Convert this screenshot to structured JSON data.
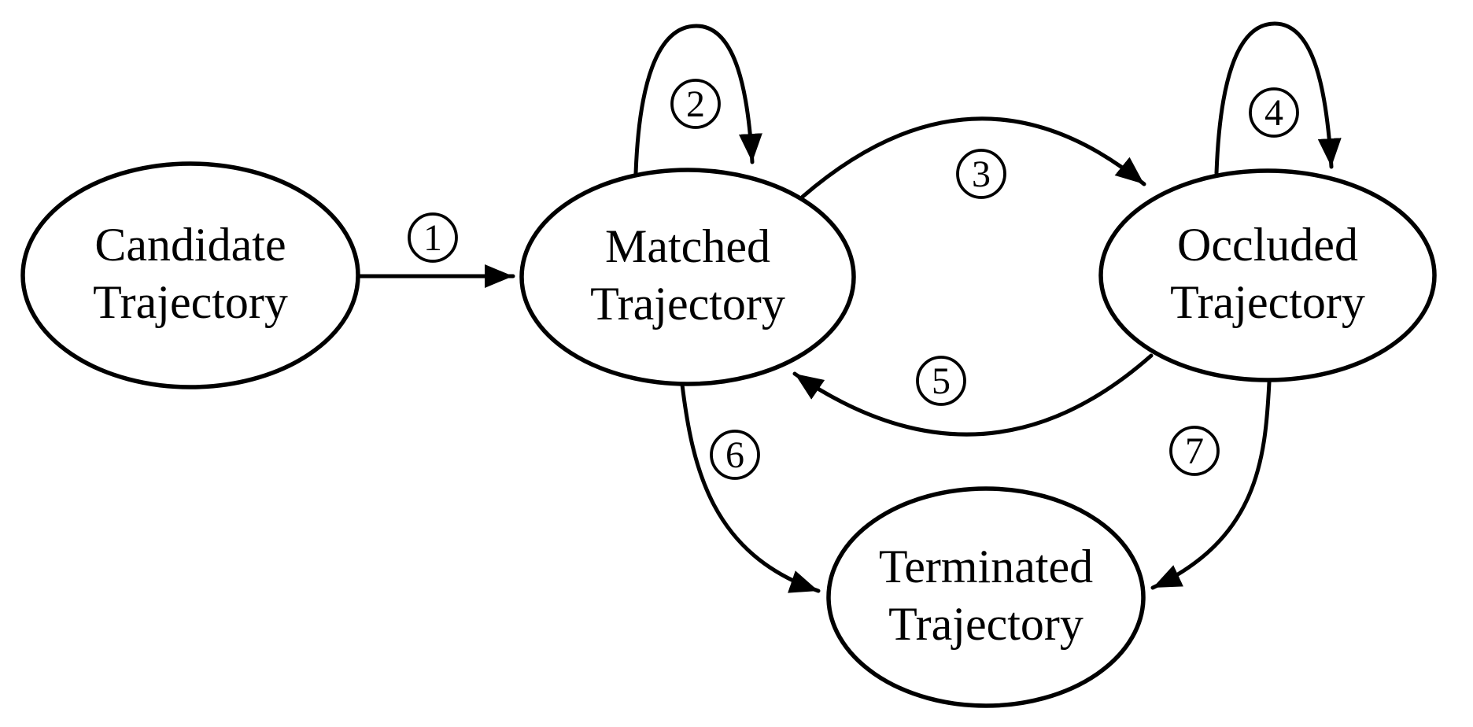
{
  "figure": {
    "type": "state-transition-diagram",
    "background_color": "#ffffff",
    "stroke_color": "#000000",
    "nodes": {
      "candidate": {
        "line1": "Candidate",
        "line2": "Trajectory"
      },
      "matched": {
        "line1": "Matched",
        "line2": "Trajectory"
      },
      "occluded": {
        "line1": "Occluded",
        "line2": "Trajectory"
      },
      "terminated": {
        "line1": "Terminated",
        "line2": "Trajectory"
      }
    },
    "transitions": {
      "t1": {
        "number": "1",
        "from": "candidate",
        "to": "matched"
      },
      "t2": {
        "number": "2",
        "from": "matched",
        "to": "matched"
      },
      "t3": {
        "number": "3",
        "from": "matched",
        "to": "occluded"
      },
      "t4": {
        "number": "4",
        "from": "occluded",
        "to": "occluded"
      },
      "t5": {
        "number": "5",
        "from": "occluded",
        "to": "matched"
      },
      "t6": {
        "number": "6",
        "from": "matched",
        "to": "terminated"
      },
      "t7": {
        "number": "7",
        "from": "occluded",
        "to": "terminated"
      }
    }
  }
}
